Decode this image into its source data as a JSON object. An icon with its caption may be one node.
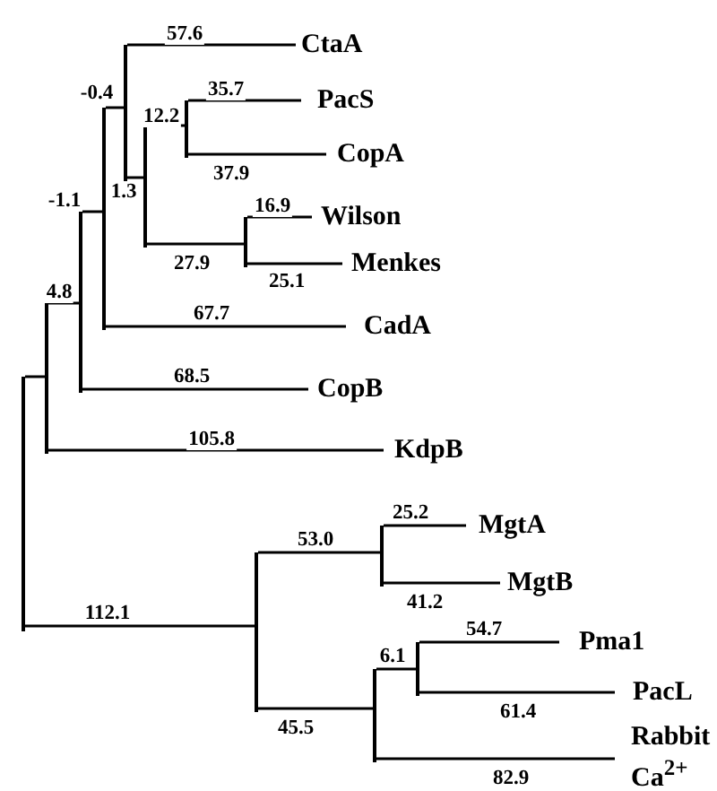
{
  "diagram": {
    "nodes": [
      {
        "text": [],
        "shape": "bar"
      },
      {
        "text": [],
        "shape": "bar"
      },
      {
        "text": [],
        "shape": "bar"
      },
      {
        "text": [],
        "shape": "bar"
      },
      {
        "text": [],
        "shape": "bar"
      },
      {
        "text": [
          "CtaA"
        ]
      },
      {
        "text": [],
        "shape": "bar"
      },
      {
        "text": [],
        "shape": "bar"
      },
      {
        "text": [
          "PacS"
        ]
      },
      {
        "text": [
          "CopA"
        ]
      },
      {
        "text": [],
        "shape": "bar"
      },
      {
        "text": [
          "Wilson"
        ]
      },
      {
        "text": [
          "Menkes"
        ]
      },
      {
        "text": [
          "CadA"
        ]
      },
      {
        "text": [
          "CopB"
        ]
      },
      {
        "text": [
          "KdpB"
        ]
      },
      {
        "text": [],
        "shape": "bar"
      },
      {
        "text": [],
        "shape": "bar"
      },
      {
        "text": [
          "MgtA"
        ]
      },
      {
        "text": [
          "MgtB"
        ]
      },
      {
        "text": [],
        "shape": "bar"
      },
      {
        "text": [],
        "shape": "bar"
      },
      {
        "text": [
          "Pma1"
        ]
      },
      {
        "text": [
          "PacL"
        ]
      },
      {
        "text": [
          "Rabbit Ca$^{2+}$"
        ]
      }
    ],
    "edges": [
      {
        "from": 0,
        "to": 1,
        "arrow": "none"
      },
      {
        "from": 0,
        "to": 16,
        "arrow": "none",
        "label": "112.1"
      },
      {
        "from": 1,
        "to": 2,
        "arrow": "none",
        "label": "4.8"
      },
      {
        "from": 1,
        "to": 15,
        "arrow": "none",
        "label": "105.8"
      },
      {
        "from": 2,
        "to": 3,
        "arrow": "none",
        "label": "-1.1"
      },
      {
        "from": 2,
        "to": 14,
        "arrow": "none",
        "label": "68.5"
      },
      {
        "from": 3,
        "to": 4,
        "arrow": "none",
        "label": "-0.4"
      },
      {
        "from": 3,
        "to": 13,
        "arrow": "none",
        "label": "67.7"
      },
      {
        "from": 4,
        "to": 5,
        "arrow": "none",
        "label": "57.6"
      },
      {
        "from": 4,
        "to": 6,
        "arrow": "none",
        "label": "1.3"
      },
      {
        "from": 6,
        "to": 7,
        "arrow": "none",
        "label": "12.2"
      },
      {
        "from": 6,
        "to": 10,
        "arrow": "none",
        "label": "27.9"
      },
      {
        "from": 7,
        "to": 8,
        "arrow": "none",
        "label": "35.7"
      },
      {
        "from": 7,
        "to": 9,
        "arrow": "none",
        "label": "37.9"
      },
      {
        "from": 10,
        "to": 11,
        "arrow": "none",
        "label": "16.9"
      },
      {
        "from": 10,
        "to": 12,
        "arrow": "none",
        "label": "25.1"
      },
      {
        "from": 16,
        "to": 17,
        "arrow": "none",
        "label": "53.0"
      },
      {
        "from": 16,
        "to": 20,
        "arrow": "none",
        "label": "45.5"
      },
      {
        "from": 17,
        "to": 18,
        "arrow": "none",
        "label": "25.2"
      },
      {
        "from": 17,
        "to": 19,
        "arrow": "none",
        "label": "41.2"
      },
      {
        "from": 20,
        "to": 21,
        "arrow": "none",
        "label": "6.1"
      },
      {
        "from": 20,
        "to": 24,
        "arrow": "none",
        "label": "82.9"
      },
      {
        "from": 21,
        "to": 22,
        "arrow": "none",
        "label": "54.7"
      },
      {
        "from": 21,
        "to": 23,
        "arrow": "none",
        "label": "61.4"
      }
    ]
  }
}
